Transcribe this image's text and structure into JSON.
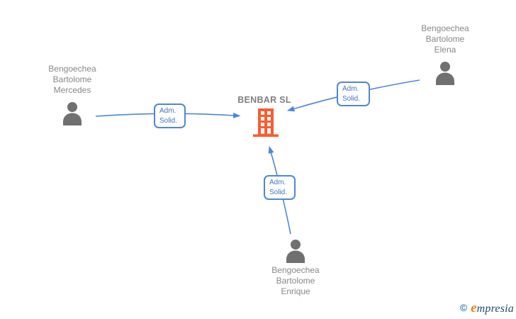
{
  "company": {
    "label": "BENBAR SL"
  },
  "people": {
    "mercedes": {
      "lines": [
        "Bengoechea",
        "Bartolome",
        "Mercedes"
      ]
    },
    "elena": {
      "lines": [
        "Bengoechea",
        "Bartolome",
        "Elena"
      ]
    },
    "enrique": {
      "lines": [
        "Bengoechea",
        "Bartolome",
        "Enrique"
      ]
    }
  },
  "edge_labels": {
    "mercedes": {
      "lines": [
        "Adm.",
        "Solid."
      ]
    },
    "elena": {
      "lines": [
        "Adm.",
        "Solid."
      ]
    },
    "enrique": {
      "lines": [
        "Adm.",
        "Solid."
      ]
    }
  },
  "footer": {
    "copyright": "©",
    "brand_initial": "e",
    "brand_rest": "mpresia"
  },
  "colors": {
    "building": "#F95D31",
    "person_icon": "#707070",
    "name_text": "#878787",
    "edge_blue": "#4E86D8",
    "label_border": "#4E86D8",
    "label_text": "#4373BE",
    "copyright_teal": "#2F7FA6",
    "brand_orange": "#EF7F1A",
    "brand_navy": "#24476F"
  }
}
